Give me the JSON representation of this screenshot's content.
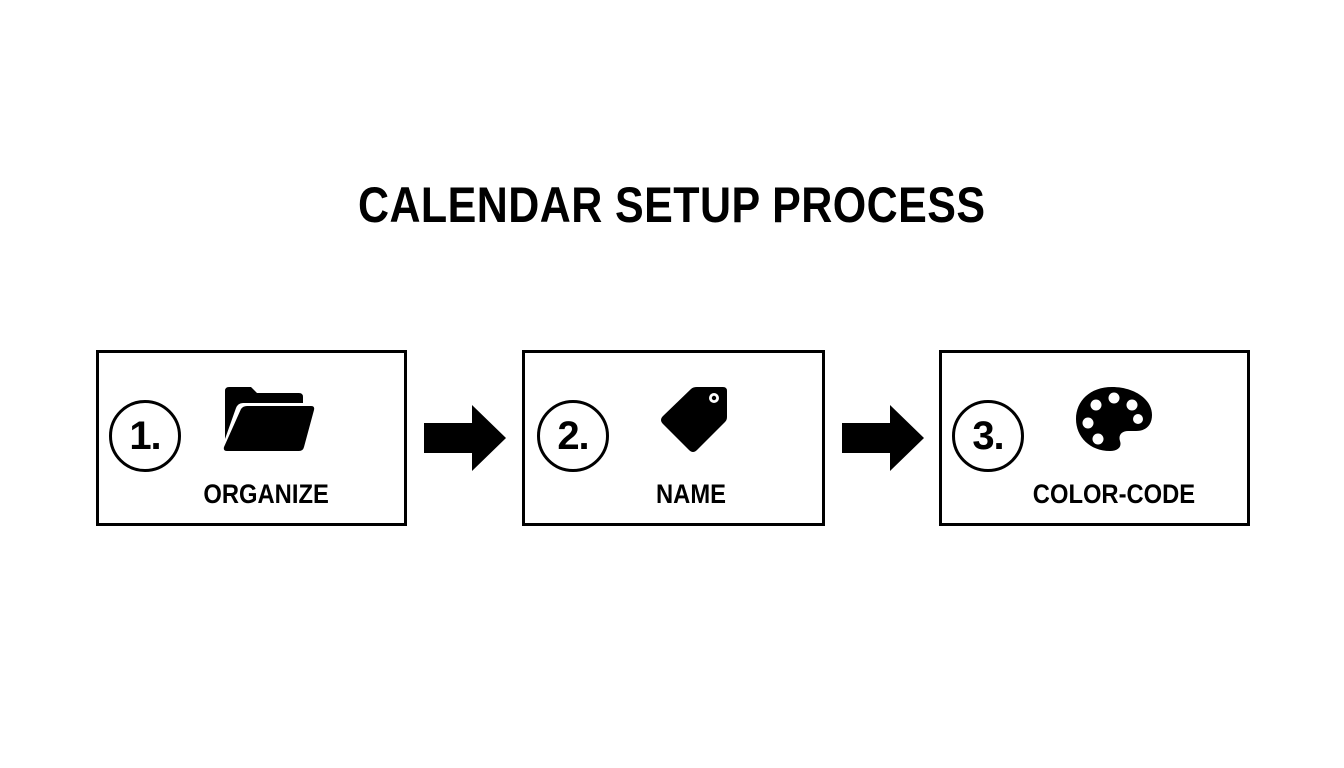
{
  "title": "CALENDAR SETUP PROCESS",
  "steps": [
    {
      "number": "1.",
      "label": "ORGANIZE",
      "icon": "folder-icon"
    },
    {
      "number": "2.",
      "label": "NAME",
      "icon": "tag-icon"
    },
    {
      "number": "3.",
      "label": "COLOR-CODE",
      "icon": "palette-icon"
    }
  ],
  "colors": {
    "background": "#ffffff",
    "foreground": "#000000"
  }
}
